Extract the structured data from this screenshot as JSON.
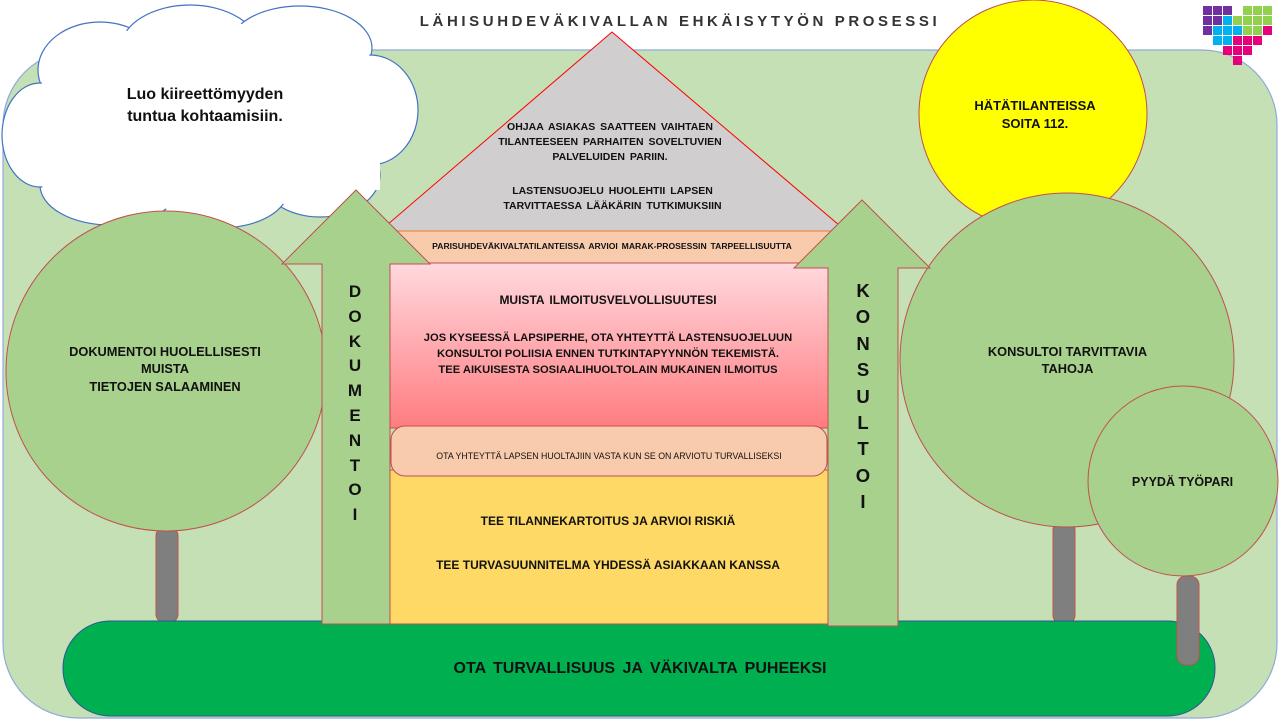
{
  "title": "LÄHISUHDEVÄKIVALLAN EHKÄISYTYÖN PROSESSI",
  "cloud": {
    "lines": [
      "Luo kiireettömyyden",
      "tuntua kohtaamisiin."
    ]
  },
  "sun": {
    "lines": [
      "HÄTÄTILANTEISSA",
      "SOITA 112."
    ]
  },
  "roof": {
    "top_lines": [
      "OHJAA ASIAKAS SAATTEEN VAIHTAEN",
      "TILANTEESEEN PARHAITEN SOVELTUVIEN",
      "PALVELUIDEN PARIIN."
    ],
    "bottom_lines": [
      "LASTENSUOJELU HUOLEHTII LAPSEN",
      "TARVITTAESSA LÄÄKÄRIN TUTKIMUKSIIN"
    ]
  },
  "band_marak": "PARISUHDEVÄKIVALTATILANTEISSA ARVIOI MARAK-PROSESSIN TARPEELLISUUTTA",
  "red_block": {
    "heading": "MUISTA ILMOITUSVELVOLLISUUTESI",
    "lines": [
      "JOS KYSEESSÄ LAPSIPERHE, OTA YHTEYTTÄ LASTENSUOJELUUN",
      "KONSULTOI POLIISIA ENNEN TUTKINTAPYYNNÖN TEKEMISTÄ.",
      "TEE AIKUISESTA SOSIAALIHUOLTOLAIN MUKAINEN ILMOITUS"
    ]
  },
  "band_guardians": "OTA YHTEYTTÄ LAPSEN HUOLTAJIIN VASTA KUN SE ON ARVIOTU TURVALLISEKSI",
  "base_block": {
    "line1": "TEE TILANNEKARTOITUS JA ARVIOI RISKIÄ",
    "line2": "TEE TURVASUUNNITELMA YHDESSÄ ASIAKKAAN KANSSA"
  },
  "left_arrow_letters": [
    "D",
    "O",
    "K",
    "U",
    "M",
    "E",
    "N",
    "T",
    "O",
    "I"
  ],
  "right_arrow_letters": [
    "K",
    "O",
    "N",
    "S",
    "U",
    "L",
    "T",
    "O",
    "I"
  ],
  "left_tree": {
    "lines": [
      "DOKUMENTOI HUOLELLISESTI",
      "MUISTA",
      "TIETOJEN SALAAMINEN"
    ]
  },
  "right_tree": {
    "lines": [
      "KONSULTOI TARVITTAVIA",
      "TAHOJA"
    ]
  },
  "small_tree": {
    "label": "PYYDÄ TYÖPARI"
  },
  "ground": {
    "label": "OTA TURVALLISUUS JA VÄKIVALTA PUHEEKSI"
  },
  "colors": {
    "meadow": "#c5e0b4",
    "tree": "#a9d18e",
    "tree_border": "#c0504d",
    "trunk": "#7f7f7f",
    "sun": "#ffff00",
    "roof": "#d0cece",
    "band": "#f8cbad",
    "red_top": "#ffd9df",
    "red_bottom": "#ff7c80",
    "base": "#ffd966",
    "ground": "#00b050",
    "logo": [
      "#7030a0",
      "#00b0f0",
      "#92d050",
      "#e6007e"
    ]
  }
}
